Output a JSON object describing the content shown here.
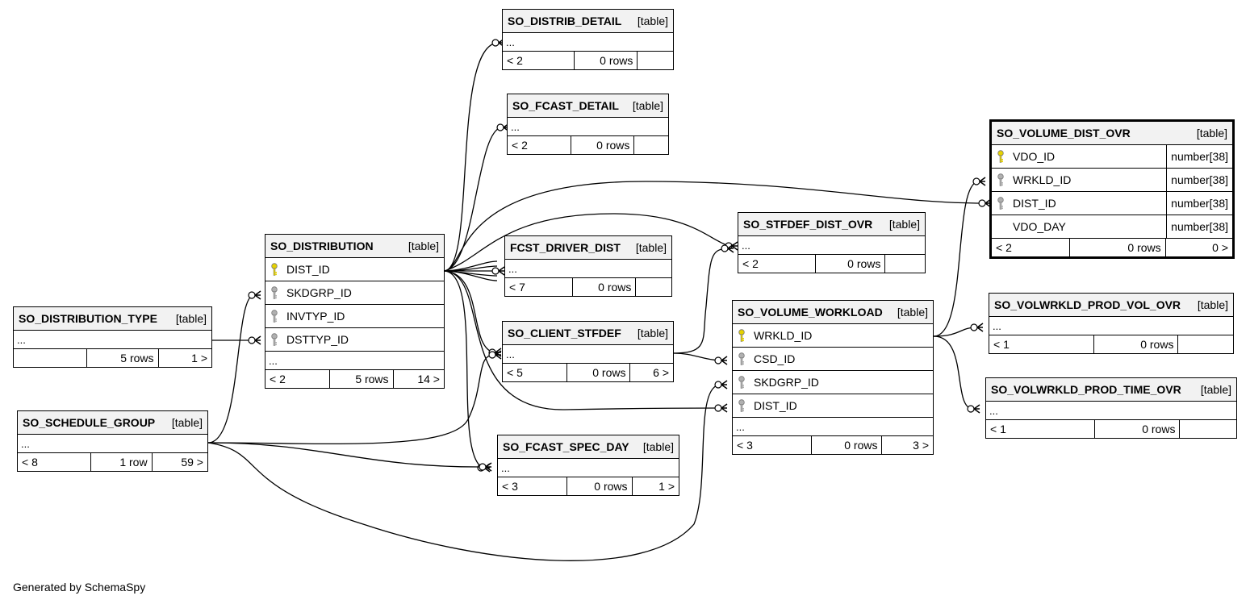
{
  "footer_text": "Generated by SchemaSpy",
  "key_colors": {
    "primary": "#e6d200",
    "foreign": "#b0b0b0"
  },
  "tables": [
    {
      "id": "so_distrib_detail",
      "name": "SO_DISTRIB_DETAIL",
      "type": "[table]",
      "columns": [],
      "ellipsis": "...",
      "parents": "< 2",
      "rows": "0 rows",
      "children": ""
    },
    {
      "id": "so_fcast_detail",
      "name": "SO_FCAST_DETAIL",
      "type": "[table]",
      "columns": [],
      "ellipsis": "...",
      "parents": "< 2",
      "rows": "0 rows",
      "children": ""
    },
    {
      "id": "so_volume_dist_ovr",
      "name": "SO_VOLUME_DIST_OVR",
      "type": "[table]",
      "focus": true,
      "columns": [
        {
          "name": "VDO_ID",
          "key": "primary",
          "type": "number[38]"
        },
        {
          "name": "WRKLD_ID",
          "key": "foreign",
          "type": "number[38]"
        },
        {
          "name": "DIST_ID",
          "key": "foreign",
          "type": "number[38]"
        },
        {
          "name": "VDO_DAY",
          "key": "none",
          "type": "number[38]"
        }
      ],
      "ellipsis": "",
      "parents": "< 2",
      "rows": "0 rows",
      "children": "0 >"
    },
    {
      "id": "so_stfdef_dist_ovr",
      "name": "SO_STFDEF_DIST_OVR",
      "type": "[table]",
      "columns": [],
      "ellipsis": "...",
      "parents": "< 2",
      "rows": "0 rows",
      "children": ""
    },
    {
      "id": "so_distribution",
      "name": "SO_DISTRIBUTION",
      "type": "[table]",
      "columns": [
        {
          "name": "DIST_ID",
          "key": "primary"
        },
        {
          "name": "SKDGRP_ID",
          "key": "foreign"
        },
        {
          "name": "INVTYP_ID",
          "key": "foreign"
        },
        {
          "name": "DSTTYP_ID",
          "key": "foreign"
        }
      ],
      "ellipsis": "...",
      "parents": "< 2",
      "rows": "5 rows",
      "children": "14 >"
    },
    {
      "id": "fcst_driver_dist",
      "name": "FCST_DRIVER_DIST",
      "type": "[table]",
      "columns": [],
      "ellipsis": "...",
      "parents": "< 7",
      "rows": "0 rows",
      "children": ""
    },
    {
      "id": "so_volwrkld_prod_vol_ovr",
      "name": "SO_VOLWRKLD_PROD_VOL_OVR",
      "type": "[table]",
      "columns": [],
      "ellipsis": "...",
      "parents": "< 1",
      "rows": "0 rows",
      "children": ""
    },
    {
      "id": "so_volume_workload",
      "name": "SO_VOLUME_WORKLOAD",
      "type": "[table]",
      "columns": [
        {
          "name": "WRKLD_ID",
          "key": "primary"
        },
        {
          "name": "CSD_ID",
          "key": "foreign"
        },
        {
          "name": "SKDGRP_ID",
          "key": "foreign"
        },
        {
          "name": "DIST_ID",
          "key": "foreign"
        }
      ],
      "ellipsis": "...",
      "parents": "< 3",
      "rows": "0 rows",
      "children": "3 >"
    },
    {
      "id": "so_distribution_type",
      "name": "SO_DISTRIBUTION_TYPE",
      "type": "[table]",
      "columns": [],
      "ellipsis": "...",
      "parents": "",
      "rows": "5 rows",
      "children": "1 >"
    },
    {
      "id": "so_client_stfdef",
      "name": "SO_CLIENT_STFDEF",
      "type": "[table]",
      "columns": [],
      "ellipsis": "...",
      "parents": "< 5",
      "rows": "0 rows",
      "children": "6 >"
    },
    {
      "id": "so_volwrkld_prod_time_ovr",
      "name": "SO_VOLWRKLD_PROD_TIME_OVR",
      "type": "[table]",
      "columns": [],
      "ellipsis": "...",
      "parents": "< 1",
      "rows": "0 rows",
      "children": ""
    },
    {
      "id": "so_schedule_group",
      "name": "SO_SCHEDULE_GROUP",
      "type": "[table]",
      "columns": [],
      "ellipsis": "...",
      "parents": "< 8",
      "rows": "1 row",
      "children": "59 >"
    },
    {
      "id": "so_fcast_spec_day",
      "name": "SO_FCAST_SPEC_DAY",
      "type": "[table]",
      "columns": [],
      "ellipsis": "...",
      "parents": "< 3",
      "rows": "0 rows",
      "children": "1 >"
    }
  ],
  "relationships": [
    {
      "from": "so_distribution",
      "to": "so_distrib_detail"
    },
    {
      "from": "so_distribution",
      "to": "so_fcast_detail"
    },
    {
      "from": "so_distribution",
      "to": "so_volume_dist_ovr"
    },
    {
      "from": "so_distribution",
      "to": "so_stfdef_dist_ovr"
    },
    {
      "from": "so_distribution",
      "to": "fcst_driver_dist"
    },
    {
      "from": "so_distribution",
      "to": "so_client_stfdef"
    },
    {
      "from": "so_distribution",
      "to": "so_fcast_spec_day"
    },
    {
      "from": "so_distribution",
      "to": "so_volume_workload"
    },
    {
      "from": "so_distribution_type",
      "to": "so_distribution"
    },
    {
      "from": "so_schedule_group",
      "to": "so_distribution"
    },
    {
      "from": "so_schedule_group",
      "to": "so_client_stfdef"
    },
    {
      "from": "so_schedule_group",
      "to": "so_fcast_spec_day"
    },
    {
      "from": "so_schedule_group",
      "to": "so_volume_workload"
    },
    {
      "from": "so_client_stfdef",
      "to": "so_stfdef_dist_ovr"
    },
    {
      "from": "so_client_stfdef",
      "to": "so_volume_workload"
    },
    {
      "from": "so_volume_workload",
      "to": "so_volume_dist_ovr"
    },
    {
      "from": "so_volume_workload",
      "to": "so_volwrkld_prod_vol_ovr"
    },
    {
      "from": "so_volume_workload",
      "to": "so_volwrkld_prod_time_ovr"
    }
  ]
}
